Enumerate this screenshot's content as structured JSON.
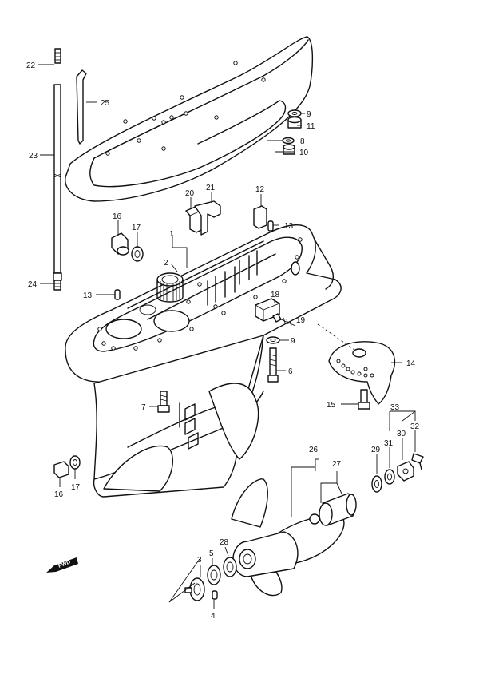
{
  "diagram": {
    "parts": {
      "p1": "1",
      "p2": "2",
      "p3": "3",
      "p4": "4",
      "p5": "5",
      "p6": "6",
      "p7": "7",
      "p8": "8",
      "p9a": "9",
      "p9b": "9",
      "p10": "10",
      "p11": "11",
      "p12": "12",
      "p13a": "13",
      "p13b": "13",
      "p14": "14",
      "p15": "15",
      "p16a": "16",
      "p16b": "16",
      "p17a": "17",
      "p17b": "17",
      "p18": "18",
      "p19": "19",
      "p20": "20",
      "p21": "21",
      "p22": "22",
      "p23": "23",
      "p24": "24",
      "p25": "25",
      "p26": "26",
      "p27": "27",
      "p28": "28",
      "p29": "29",
      "p30": "30",
      "p31": "31",
      "p32": "32",
      "p33": "33"
    },
    "fwd_label": "FWD"
  }
}
